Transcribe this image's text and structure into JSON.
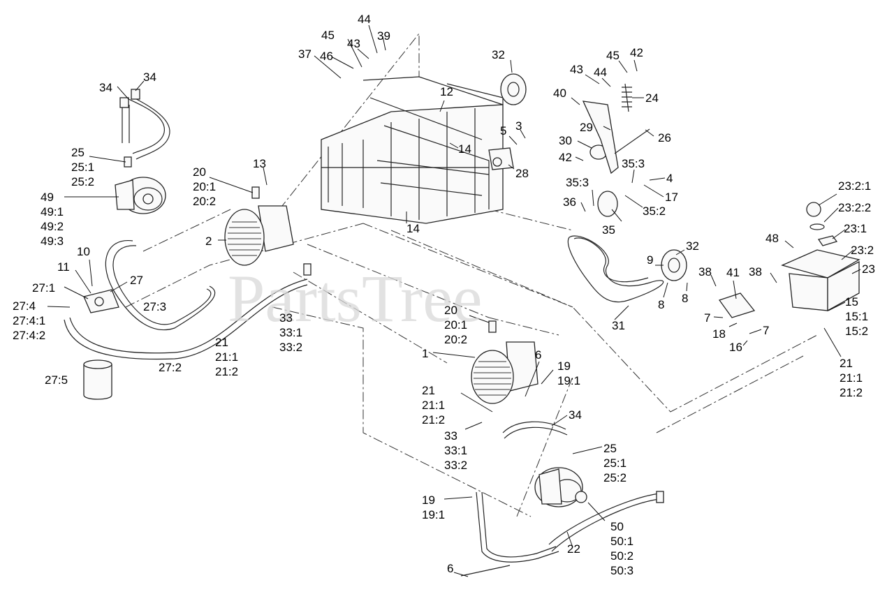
{
  "watermark": "PartsTree",
  "callouts": [
    {
      "id": "c1",
      "lines": [
        "34"
      ]
    },
    {
      "id": "c2",
      "lines": [
        "34"
      ]
    },
    {
      "id": "c3",
      "lines": [
        "25",
        "25:1",
        "25:2"
      ]
    },
    {
      "id": "c4",
      "lines": [
        "49",
        "49:1",
        "49:2",
        "49:3"
      ]
    },
    {
      "id": "c5",
      "lines": [
        "10"
      ]
    },
    {
      "id": "c6",
      "lines": [
        "11"
      ]
    },
    {
      "id": "c7",
      "lines": [
        "27:1"
      ]
    },
    {
      "id": "c8",
      "lines": [
        "27"
      ]
    },
    {
      "id": "c9",
      "lines": [
        "27:4",
        "27:4:1",
        "27:4:2"
      ]
    },
    {
      "id": "c10",
      "lines": [
        "27:3"
      ]
    },
    {
      "id": "c11",
      "lines": [
        "27:2"
      ]
    },
    {
      "id": "c12",
      "lines": [
        "27:5"
      ]
    },
    {
      "id": "c13",
      "lines": [
        "20",
        "20:1",
        "20:2"
      ]
    },
    {
      "id": "c14",
      "lines": [
        "13"
      ]
    },
    {
      "id": "c15",
      "lines": [
        "2"
      ]
    },
    {
      "id": "c16",
      "lines": [
        "21",
        "21:1",
        "21:2"
      ]
    },
    {
      "id": "c17",
      "lines": [
        "33",
        "33:1",
        "33:2"
      ]
    },
    {
      "id": "c18",
      "lines": [
        "37"
      ]
    },
    {
      "id": "c19",
      "lines": [
        "46"
      ]
    },
    {
      "id": "c20",
      "lines": [
        "45"
      ]
    },
    {
      "id": "c21",
      "lines": [
        "43"
      ]
    },
    {
      "id": "c22",
      "lines": [
        "44"
      ]
    },
    {
      "id": "c23",
      "lines": [
        "39"
      ]
    },
    {
      "id": "c24",
      "lines": [
        "12"
      ]
    },
    {
      "id": "c25",
      "lines": [
        "32"
      ]
    },
    {
      "id": "c26",
      "lines": [
        "5"
      ]
    },
    {
      "id": "c27",
      "lines": [
        "3"
      ]
    },
    {
      "id": "c28",
      "lines": [
        "14"
      ]
    },
    {
      "id": "c29",
      "lines": [
        "28"
      ]
    },
    {
      "id": "c30",
      "lines": [
        "14"
      ]
    },
    {
      "id": "c31",
      "lines": [
        "43"
      ]
    },
    {
      "id": "c32",
      "lines": [
        "44"
      ]
    },
    {
      "id": "c33",
      "lines": [
        "45"
      ]
    },
    {
      "id": "c34",
      "lines": [
        "42"
      ]
    },
    {
      "id": "c35",
      "lines": [
        "40"
      ]
    },
    {
      "id": "c36",
      "lines": [
        "24"
      ]
    },
    {
      "id": "c37",
      "lines": [
        "29"
      ]
    },
    {
      "id": "c38",
      "lines": [
        "26"
      ]
    },
    {
      "id": "c39",
      "lines": [
        "30"
      ]
    },
    {
      "id": "c40",
      "lines": [
        "42"
      ]
    },
    {
      "id": "c41",
      "lines": [
        "35:3"
      ]
    },
    {
      "id": "c42",
      "lines": [
        "4"
      ]
    },
    {
      "id": "c43",
      "lines": [
        "17"
      ]
    },
    {
      "id": "c44",
      "lines": [
        "35:3"
      ]
    },
    {
      "id": "c45",
      "lines": [
        "36"
      ]
    },
    {
      "id": "c46",
      "lines": [
        "35"
      ]
    },
    {
      "id": "c47",
      "lines": [
        "35:2"
      ]
    },
    {
      "id": "c48",
      "lines": [
        "32"
      ]
    },
    {
      "id": "c49",
      "lines": [
        "9"
      ]
    },
    {
      "id": "c50",
      "lines": [
        "8"
      ]
    },
    {
      "id": "c51",
      "lines": [
        "8"
      ]
    },
    {
      "id": "c52",
      "lines": [
        "31"
      ]
    },
    {
      "id": "c53",
      "lines": [
        "38"
      ]
    },
    {
      "id": "c54",
      "lines": [
        "41"
      ]
    },
    {
      "id": "c55",
      "lines": [
        "7"
      ]
    },
    {
      "id": "c56",
      "lines": [
        "18"
      ]
    },
    {
      "id": "c57",
      "lines": [
        "7"
      ]
    },
    {
      "id": "c58",
      "lines": [
        "16"
      ]
    },
    {
      "id": "c59",
      "lines": [
        "48"
      ]
    },
    {
      "id": "c60",
      "lines": [
        "38"
      ]
    },
    {
      "id": "c61",
      "lines": [
        "23:2:1"
      ]
    },
    {
      "id": "c62",
      "lines": [
        "23:2:2"
      ]
    },
    {
      "id": "c63",
      "lines": [
        "23:1"
      ]
    },
    {
      "id": "c64",
      "lines": [
        "23:2"
      ]
    },
    {
      "id": "c65",
      "lines": [
        "23"
      ]
    },
    {
      "id": "c66",
      "lines": [
        "15",
        "15:1",
        "15:2"
      ]
    },
    {
      "id": "c67",
      "lines": [
        "21",
        "21:1",
        "21:2"
      ]
    },
    {
      "id": "c68",
      "lines": [
        "20",
        "20:1",
        "20:2"
      ]
    },
    {
      "id": "c69",
      "lines": [
        "1"
      ]
    },
    {
      "id": "c70",
      "lines": [
        "6"
      ]
    },
    {
      "id": "c71",
      "lines": [
        "19",
        "19:1"
      ]
    },
    {
      "id": "c72",
      "lines": [
        "21",
        "21:1",
        "21:2"
      ]
    },
    {
      "id": "c73",
      "lines": [
        "34"
      ]
    },
    {
      "id": "c74",
      "lines": [
        "33",
        "33:1",
        "33:2"
      ]
    },
    {
      "id": "c75",
      "lines": [
        "25",
        "25:1",
        "25:2"
      ]
    },
    {
      "id": "c76",
      "lines": [
        "19",
        "19:1"
      ]
    },
    {
      "id": "c77",
      "lines": [
        "50",
        "50:1",
        "50:2",
        "50:3"
      ]
    },
    {
      "id": "c78",
      "lines": [
        "22"
      ]
    },
    {
      "id": "c79",
      "lines": [
        "6"
      ]
    }
  ]
}
